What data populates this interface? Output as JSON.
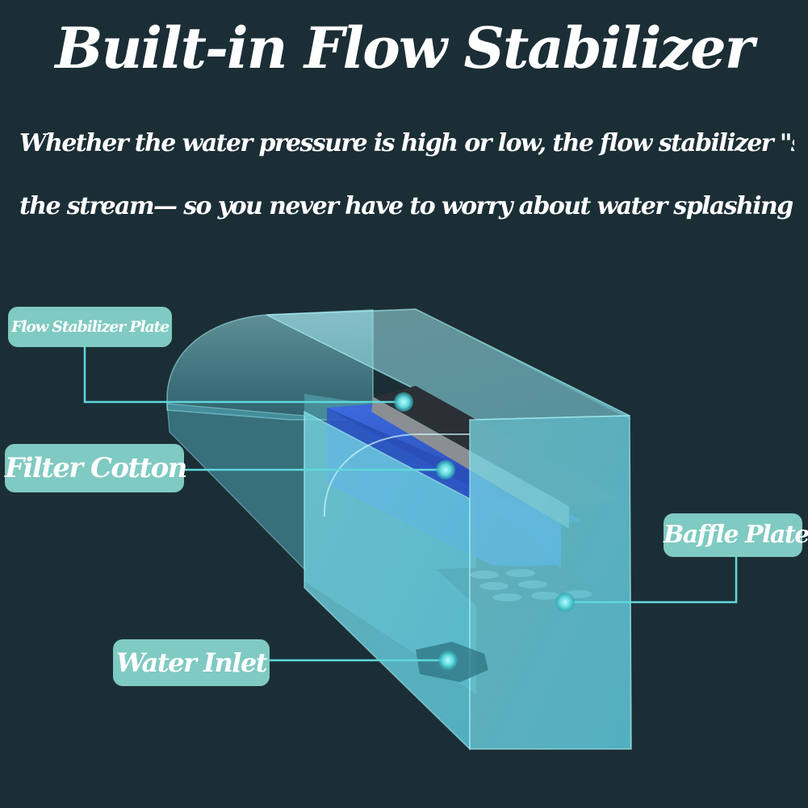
{
  "header": {
    "title": "Built-in Flow Stabilizer",
    "subtitle_line1": "Whether the water pressure is high or low, the flow stabilizer \"straightens out\"",
    "subtitle_line2": "the stream— so you never have to worry about water splashing everywhere"
  },
  "labels": {
    "flow_stabilizer_plate": "Flow Stabilizer Plate",
    "filter_cotton": "Filter Cotton",
    "baffle_plate": "Baffle Plate",
    "water_inlet": "Water Inlet"
  },
  "colors": {
    "background": "#1b2e36",
    "label_fill": "#7fcac2",
    "leader_line": "#5fd8dc",
    "glass": "#6fd3e0",
    "filter_cotton": "#2c57c8",
    "stabilizer_plate": "#8a8f94"
  }
}
